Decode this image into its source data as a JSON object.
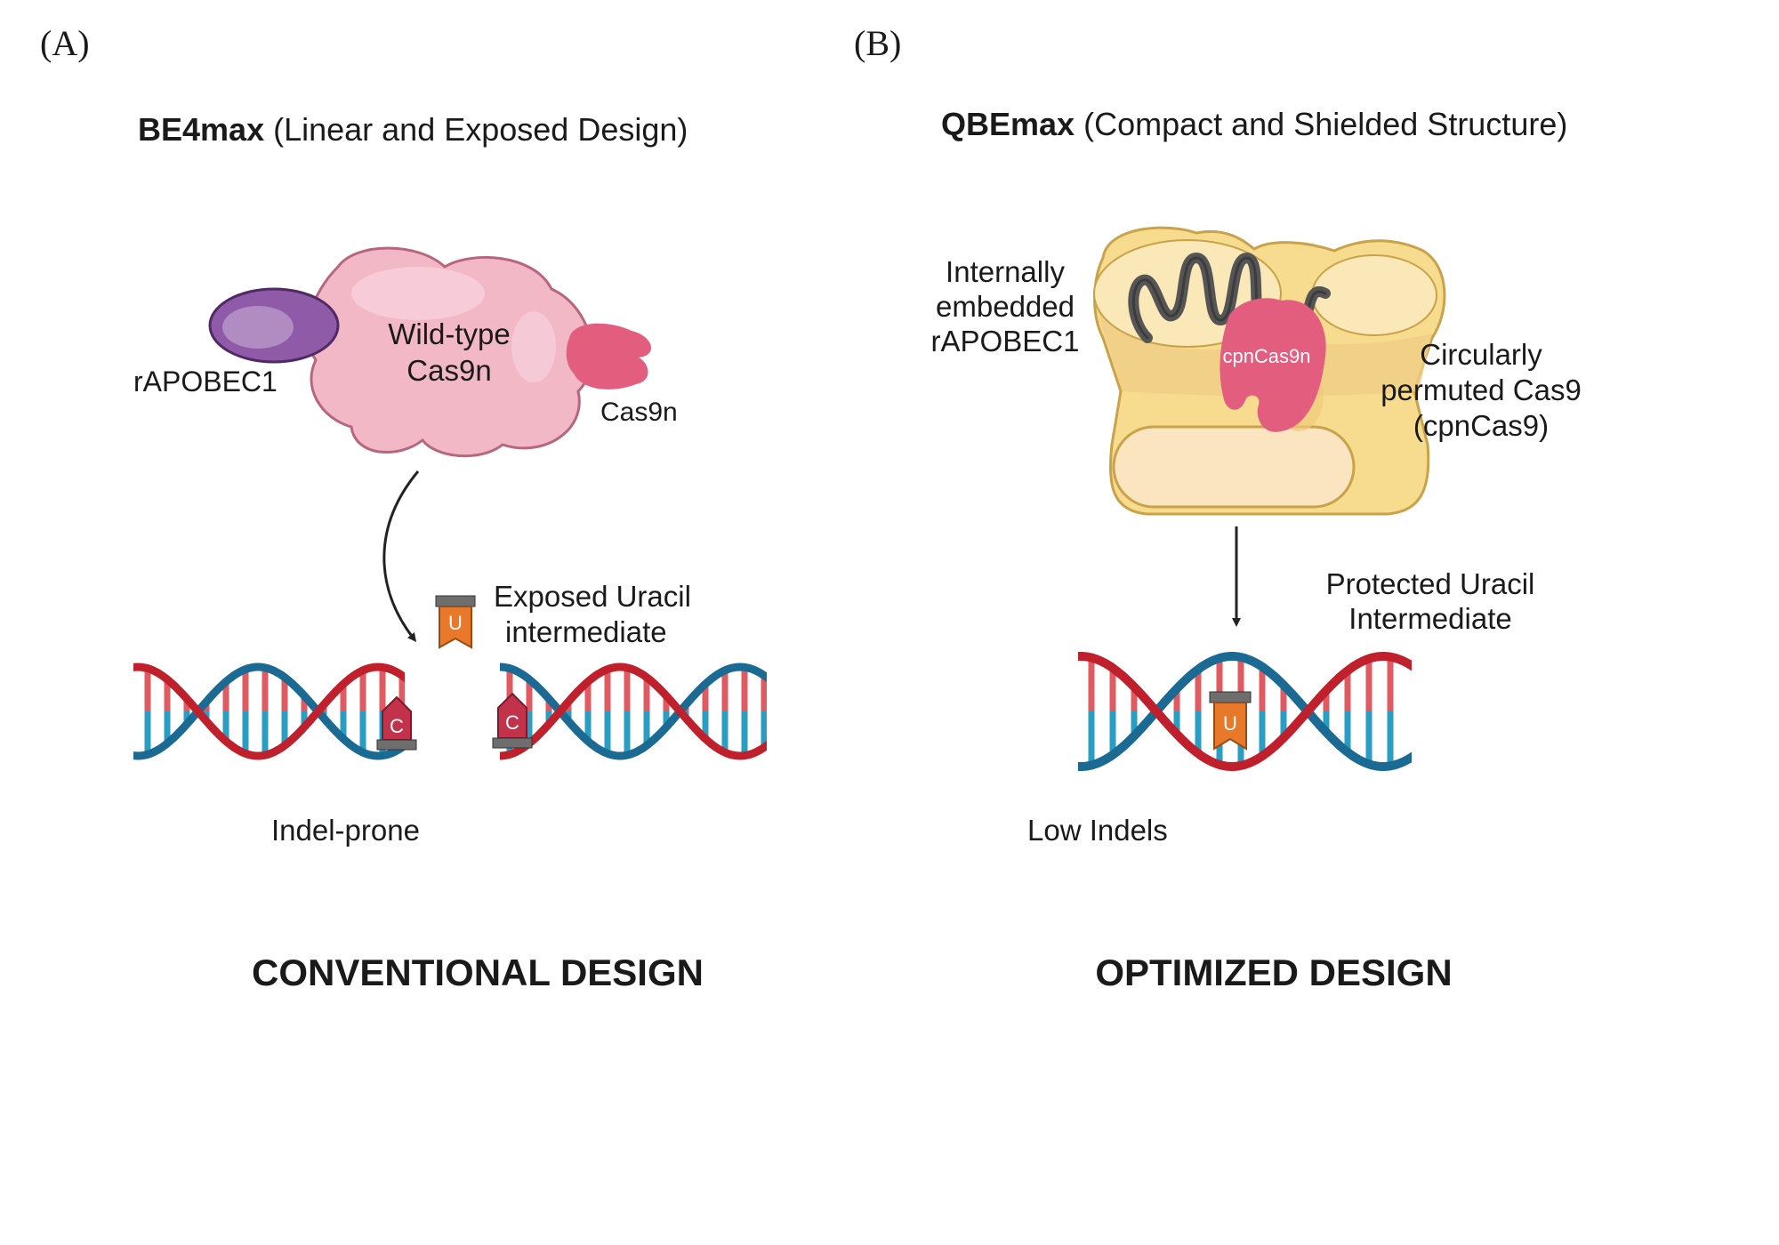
{
  "panel_a": {
    "letter": "(A)",
    "title_bold": "BE4max",
    "title_rest": " (Linear and Exposed Design)",
    "deaminase_label": "rAPOBEC1",
    "body_label_line1": "Wild-type",
    "body_label_line2": "Cas9n",
    "lobe_label": "Cas9n",
    "uracil_label_line1": "Exposed Uracil",
    "uracil_label_line2": "intermediate",
    "uracil_letter": "U",
    "base_letter": "C",
    "outcome_label": "Indel-prone",
    "footer": "CONVENTIONAL DESIGN"
  },
  "panel_b": {
    "letter": "(B)",
    "title_bold": "QBEmax",
    "title_rest": " (Compact and Shielded Structure)",
    "embedded_line1": "Internally",
    "embedded_line2": "embedded",
    "embedded_line3": "rAPOBEC1",
    "core_label": "cpnCas9n",
    "permuted_line1": "Circularly",
    "permuted_line2": "permuted Cas9",
    "permuted_line3": "(cpnCas9)",
    "uracil_label_line1": "Protected Uracil",
    "uracil_label_line2": "Intermediate",
    "uracil_letter": "U",
    "outcome_label": "Low Indels",
    "footer": "OPTIMIZED DESIGN"
  },
  "colors": {
    "strand_red": "#c0202b",
    "strand_blue": "#1b6a93",
    "rung_red": "#e05a62",
    "rung_blue": "#2a9ec2",
    "cas9_pink": "#f2b8c6",
    "lobe_pink": "#e35d7e",
    "apobec_purple": "#7d4b96",
    "shell_yellow": "#f7dc8f",
    "uracil_orange": "#e8782a",
    "cytosine_red": "#c2324a"
  }
}
